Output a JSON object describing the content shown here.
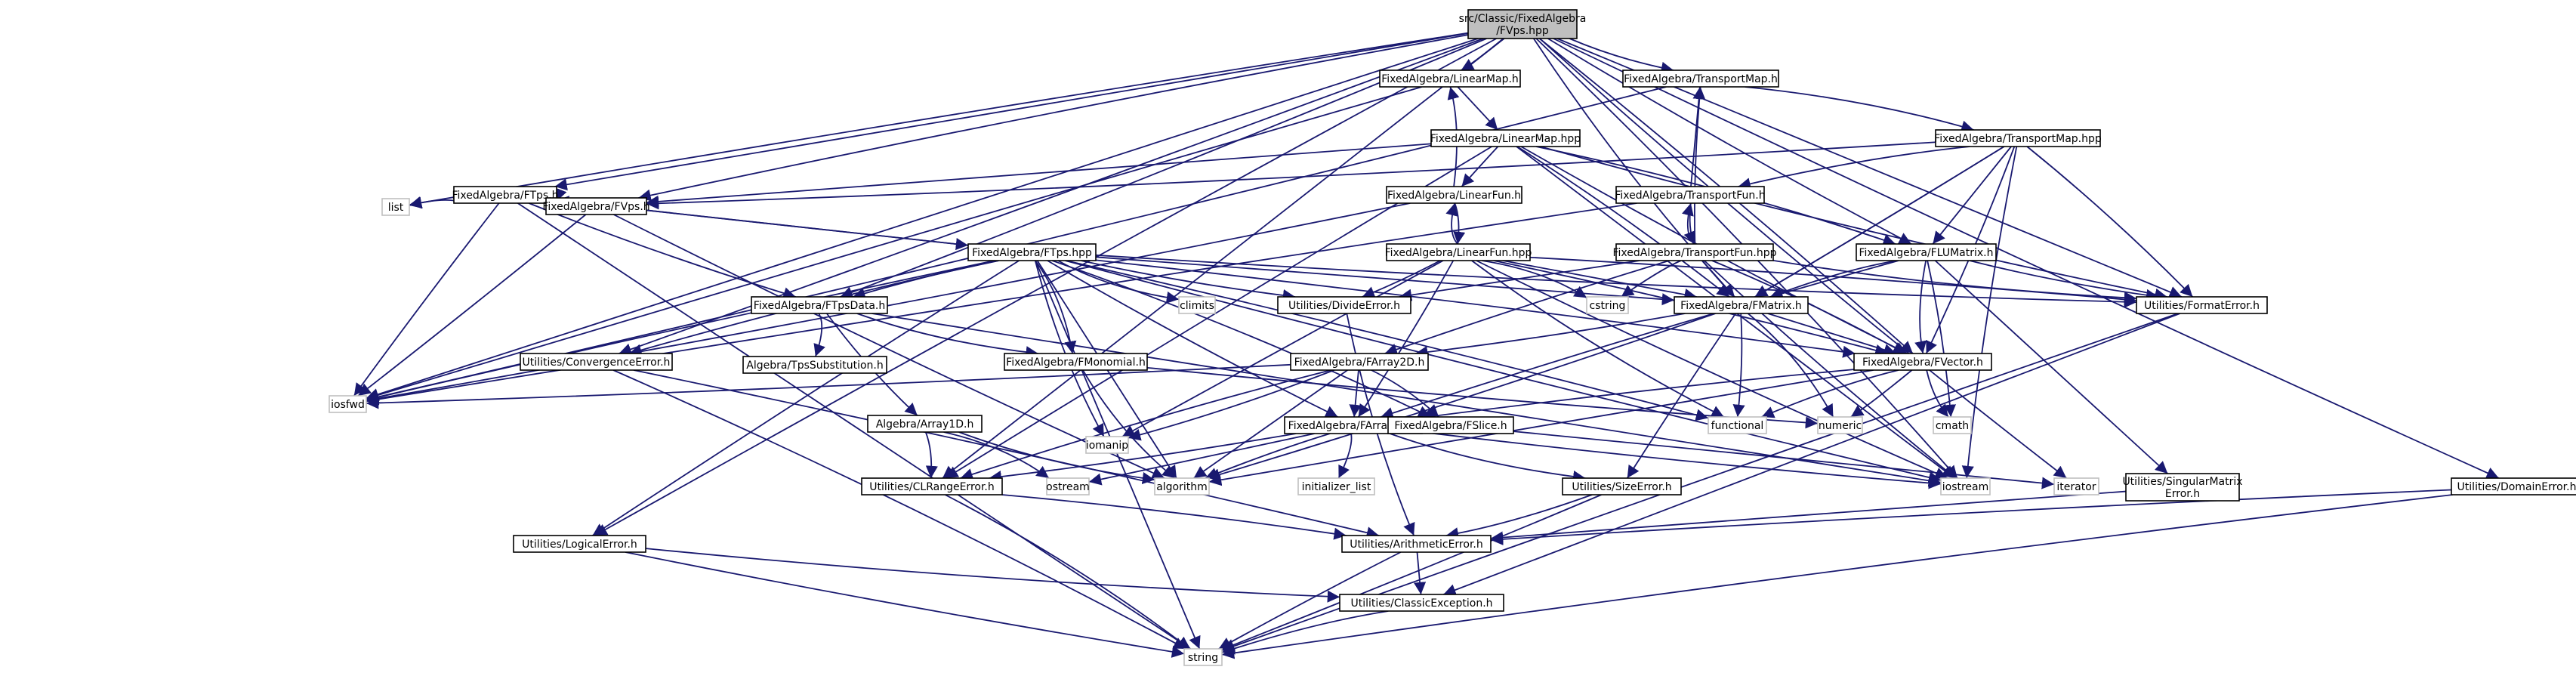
{
  "graph": {
    "edge_color": "#191970",
    "root_fill": "#bfbfbf",
    "nodes": [
      {
        "id": "root",
        "lines": [
          "src/Classic/FixedAlgebra",
          "/FVps.hpp"
        ],
        "kind": "root"
      },
      {
        "id": "linearmap_h",
        "lines": [
          "FixedAlgebra/LinearMap.h"
        ],
        "kind": "file"
      },
      {
        "id": "transportmap_h",
        "lines": [
          "FixedAlgebra/TransportMap.h"
        ],
        "kind": "file"
      },
      {
        "id": "linearmap_hpp",
        "lines": [
          "FixedAlgebra/LinearMap.hpp"
        ],
        "kind": "file"
      },
      {
        "id": "transportmap_hpp",
        "lines": [
          "FixedAlgebra/TransportMap.hpp"
        ],
        "kind": "file"
      },
      {
        "id": "ftps_h",
        "lines": [
          "FixedAlgebra/FTps.h"
        ],
        "kind": "file"
      },
      {
        "id": "linearfun_h",
        "lines": [
          "FixedAlgebra/LinearFun.h"
        ],
        "kind": "file"
      },
      {
        "id": "transportfun_h",
        "lines": [
          "FixedAlgebra/TransportFun.h"
        ],
        "kind": "file"
      },
      {
        "id": "list",
        "lines": [
          "list"
        ],
        "kind": "sys"
      },
      {
        "id": "fvps_h",
        "lines": [
          "FixedAlgebra/FVps.h"
        ],
        "kind": "file"
      },
      {
        "id": "ftps_hpp",
        "lines": [
          "FixedAlgebra/FTps.hpp"
        ],
        "kind": "file"
      },
      {
        "id": "linearfun_hpp",
        "lines": [
          "FixedAlgebra/LinearFun.hpp"
        ],
        "kind": "file"
      },
      {
        "id": "transportfun_hpp",
        "lines": [
          "FixedAlgebra/TransportFun.hpp"
        ],
        "kind": "file"
      },
      {
        "id": "flumatrix_h",
        "lines": [
          "FixedAlgebra/FLUMatrix.h"
        ],
        "kind": "file"
      },
      {
        "id": "climits",
        "lines": [
          "climits"
        ],
        "kind": "sys"
      },
      {
        "id": "divideerror_h",
        "lines": [
          "Utilities/DivideError.h"
        ],
        "kind": "file"
      },
      {
        "id": "cstring",
        "lines": [
          "cstring"
        ],
        "kind": "sys"
      },
      {
        "id": "fmatrix_h",
        "lines": [
          "FixedAlgebra/FMatrix.h"
        ],
        "kind": "file"
      },
      {
        "id": "formaterror_h",
        "lines": [
          "Utilities/FormatError.h"
        ],
        "kind": "file"
      },
      {
        "id": "ftpsdata_h",
        "lines": [
          "FixedAlgebra/FTpsData.h"
        ],
        "kind": "file"
      },
      {
        "id": "convergenceerror_h",
        "lines": [
          "Utilities/ConvergenceError.h"
        ],
        "kind": "file"
      },
      {
        "id": "tpssubstitution_h",
        "lines": [
          "Algebra/TpsSubstitution.h"
        ],
        "kind": "file"
      },
      {
        "id": "fmonomial_h",
        "lines": [
          "FixedAlgebra/FMonomial.h"
        ],
        "kind": "file"
      },
      {
        "id": "farray2d_h",
        "lines": [
          "FixedAlgebra/FArray2D.h"
        ],
        "kind": "file"
      },
      {
        "id": "fvector_h",
        "lines": [
          "FixedAlgebra/FVector.h"
        ],
        "kind": "file"
      },
      {
        "id": "iosfwd",
        "lines": [
          "iosfwd"
        ],
        "kind": "sys"
      },
      {
        "id": "iomanip",
        "lines": [
          "iomanip"
        ],
        "kind": "sys"
      },
      {
        "id": "array1d_h",
        "lines": [
          "Algebra/Array1D.h"
        ],
        "kind": "file"
      },
      {
        "id": "farray1d_h",
        "lines": [
          "FixedAlgebra/FArray1D.h"
        ],
        "kind": "file"
      },
      {
        "id": "fslice_h",
        "lines": [
          "FixedAlgebra/FSlice.h"
        ],
        "kind": "file"
      },
      {
        "id": "functional",
        "lines": [
          "functional"
        ],
        "kind": "sys"
      },
      {
        "id": "numeric",
        "lines": [
          "numeric"
        ],
        "kind": "sys"
      },
      {
        "id": "cmath",
        "lines": [
          "cmath"
        ],
        "kind": "sys"
      },
      {
        "id": "ostream",
        "lines": [
          "ostream"
        ],
        "kind": "sys"
      },
      {
        "id": "clrangeerror_h",
        "lines": [
          "Utilities/CLRangeError.h"
        ],
        "kind": "file"
      },
      {
        "id": "algorithm",
        "lines": [
          "algorithm"
        ],
        "kind": "sys"
      },
      {
        "id": "initializer_list",
        "lines": [
          "initializer_list"
        ],
        "kind": "sys"
      },
      {
        "id": "sizeerror_h",
        "lines": [
          "Utilities/SizeError.h"
        ],
        "kind": "file"
      },
      {
        "id": "iostream",
        "lines": [
          "iostream"
        ],
        "kind": "sys"
      },
      {
        "id": "iterator",
        "lines": [
          "iterator"
        ],
        "kind": "sys"
      },
      {
        "id": "singularmatrixerror_h",
        "lines": [
          "Utilities/SingularMatrix",
          "Error.h"
        ],
        "kind": "file"
      },
      {
        "id": "domainerror_h",
        "lines": [
          "Utilities/DomainError.h"
        ],
        "kind": "file"
      },
      {
        "id": "logicalerror_h",
        "lines": [
          "Utilities/LogicalError.h"
        ],
        "kind": "file"
      },
      {
        "id": "arithmeticerror_h",
        "lines": [
          "Utilities/ArithmeticError.h"
        ],
        "kind": "file"
      },
      {
        "id": "classicexception_h",
        "lines": [
          "Utilities/ClassicException.h"
        ],
        "kind": "file"
      },
      {
        "id": "string",
        "lines": [
          "string"
        ],
        "kind": "sys"
      }
    ],
    "edges": [
      [
        "root",
        "linearmap_h"
      ],
      [
        "root",
        "transportmap_h"
      ],
      [
        "root",
        "ftps_h"
      ],
      [
        "root",
        "list"
      ],
      [
        "root",
        "fvps_h"
      ],
      [
        "root",
        "ftpsdata_h"
      ],
      [
        "root",
        "convergenceerror_h"
      ],
      [
        "root",
        "iosfwd"
      ],
      [
        "root",
        "clrangeerror_h"
      ],
      [
        "root",
        "logicalerror_h"
      ],
      [
        "root",
        "fmatrix_h"
      ],
      [
        "root",
        "flumatrix_h"
      ],
      [
        "root",
        "formaterror_h"
      ],
      [
        "root",
        "fvector_h"
      ],
      [
        "root",
        "iostream"
      ],
      [
        "root",
        "iterator"
      ],
      [
        "root",
        "domainerror_h"
      ],
      [
        "linearmap_h",
        "linearmap_hpp"
      ],
      [
        "linearmap_h",
        "iosfwd"
      ],
      [
        "transportmap_h",
        "transportmap_hpp"
      ],
      [
        "transportmap_h",
        "iosfwd"
      ],
      [
        "linearmap_hpp",
        "linearfun_h"
      ],
      [
        "linearmap_hpp",
        "fvps_h"
      ],
      [
        "linearmap_hpp",
        "fmatrix_h"
      ],
      [
        "linearmap_hpp",
        "flumatrix_h"
      ],
      [
        "linearmap_hpp",
        "formaterror_h"
      ],
      [
        "linearmap_hpp",
        "fvector_h"
      ],
      [
        "linearmap_hpp",
        "iostream"
      ],
      [
        "linearmap_hpp",
        "clrangeerror_h"
      ],
      [
        "transportmap_hpp",
        "transportfun_h"
      ],
      [
        "transportmap_hpp",
        "fvps_h"
      ],
      [
        "transportmap_hpp",
        "fmatrix_h"
      ],
      [
        "transportmap_hpp",
        "flumatrix_h"
      ],
      [
        "transportmap_hpp",
        "formaterror_h"
      ],
      [
        "transportmap_hpp",
        "fvector_h"
      ],
      [
        "transportmap_hpp",
        "iostream"
      ],
      [
        "transportmap_hpp",
        "fmatrix_h"
      ],
      [
        "ftps_h",
        "ftps_hpp"
      ],
      [
        "ftps_h",
        "list"
      ],
      [
        "ftps_h",
        "fvps_h"
      ],
      [
        "ftps_h",
        "iosfwd"
      ],
      [
        "ftps_h",
        "ftpsdata_h"
      ],
      [
        "ftps_h",
        "string"
      ],
      [
        "linearfun_h",
        "linearfun_hpp"
      ],
      [
        "linearfun_h",
        "linearmap_h"
      ],
      [
        "linearfun_h",
        "iosfwd"
      ],
      [
        "transportfun_h",
        "transportfun_hpp"
      ],
      [
        "transportfun_h",
        "transportmap_h"
      ],
      [
        "transportfun_h",
        "iosfwd"
      ],
      [
        "fvps_h",
        "ftps_h"
      ],
      [
        "fvps_h",
        "iosfwd"
      ],
      [
        "fvps_h",
        "algorithm"
      ],
      [
        "ftps_hpp",
        "ftps_h"
      ],
      [
        "ftps_hpp",
        "ftpsdata_h"
      ],
      [
        "ftps_hpp",
        "fmonomial_h"
      ],
      [
        "ftps_hpp",
        "climits"
      ],
      [
        "ftps_hpp",
        "divideerror_h"
      ],
      [
        "ftps_hpp",
        "fmatrix_h"
      ],
      [
        "ftps_hpp",
        "fvector_h"
      ],
      [
        "ftps_hpp",
        "convergenceerror_h"
      ],
      [
        "ftps_hpp",
        "iomanip"
      ],
      [
        "ftps_hpp",
        "iostream"
      ],
      [
        "ftps_hpp",
        "algorithm"
      ],
      [
        "ftps_hpp",
        "functional"
      ],
      [
        "ftps_hpp",
        "logicalerror_h"
      ],
      [
        "ftps_hpp",
        "formaterror_h"
      ],
      [
        "ftps_hpp",
        "farray1d_h"
      ],
      [
        "ftps_hpp",
        "string"
      ],
      [
        "ftps_hpp",
        "iosfwd"
      ],
      [
        "ftps_hpp",
        "fslice_h"
      ],
      [
        "linearfun_hpp",
        "linearfun_h"
      ],
      [
        "linearfun_hpp",
        "divideerror_h"
      ],
      [
        "linearfun_hpp",
        "fmatrix_h"
      ],
      [
        "linearfun_hpp",
        "fvector_h"
      ],
      [
        "linearfun_hpp",
        "cstring"
      ],
      [
        "linearfun_hpp",
        "functional"
      ],
      [
        "linearfun_hpp",
        "iostream"
      ],
      [
        "linearfun_hpp",
        "iomanip"
      ],
      [
        "linearfun_hpp",
        "formaterror_h"
      ],
      [
        "linearfun_hpp",
        "farray1d_h"
      ],
      [
        "transportfun_hpp",
        "transportfun_h"
      ],
      [
        "transportfun_hpp",
        "transportmap_h"
      ],
      [
        "transportfun_hpp",
        "fmatrix_h"
      ],
      [
        "transportfun_hpp",
        "fvector_h"
      ],
      [
        "transportfun_hpp",
        "cstring"
      ],
      [
        "transportfun_hpp",
        "formaterror_h"
      ],
      [
        "transportfun_hpp",
        "iostream"
      ],
      [
        "transportfun_hpp",
        "divideerror_h"
      ],
      [
        "transportfun_hpp",
        "farray2d_h"
      ],
      [
        "flumatrix_h",
        "fmatrix_h"
      ],
      [
        "flumatrix_h",
        "fvector_h"
      ],
      [
        "flumatrix_h",
        "formaterror_h"
      ],
      [
        "flumatrix_h",
        "singularmatrixerror_h"
      ],
      [
        "flumatrix_h",
        "cmath"
      ],
      [
        "flumatrix_h",
        "farray1d_h"
      ],
      [
        "divideerror_h",
        "arithmeticerror_h"
      ],
      [
        "fmatrix_h",
        "farray2d_h"
      ],
      [
        "fmatrix_h",
        "fvector_h"
      ],
      [
        "fmatrix_h",
        "functional"
      ],
      [
        "fmatrix_h",
        "numeric"
      ],
      [
        "fmatrix_h",
        "algorithm"
      ],
      [
        "fmatrix_h",
        "sizeerror_h"
      ],
      [
        "formaterror_h",
        "classicexception_h"
      ],
      [
        "formaterror_h",
        "string"
      ],
      [
        "ftpsdata_h",
        "tpssubstitution_h"
      ],
      [
        "ftpsdata_h",
        "fmonomial_h"
      ],
      [
        "ftpsdata_h",
        "array1d_h"
      ],
      [
        "ftpsdata_h",
        "iostream"
      ],
      [
        "convergenceerror_h",
        "arithmeticerror_h"
      ],
      [
        "convergenceerror_h",
        "string"
      ],
      [
        "fmonomial_h",
        "algorithm"
      ],
      [
        "fmonomial_h",
        "numeric"
      ],
      [
        "farray2d_h",
        "farray1d_h"
      ],
      [
        "farray2d_h",
        "fslice_h"
      ],
      [
        "farray2d_h",
        "clrangeerror_h"
      ],
      [
        "farray2d_h",
        "iomanip"
      ],
      [
        "farray2d_h",
        "iosfwd"
      ],
      [
        "farray2d_h",
        "algorithm"
      ],
      [
        "fvector_h",
        "farray1d_h"
      ],
      [
        "fvector_h",
        "functional"
      ],
      [
        "fvector_h",
        "numeric"
      ],
      [
        "fvector_h",
        "cmath"
      ],
      [
        "fvector_h",
        "algorithm"
      ],
      [
        "array1d_h",
        "clrangeerror_h"
      ],
      [
        "array1d_h",
        "ostream"
      ],
      [
        "array1d_h",
        "algorithm"
      ],
      [
        "farray1d_h",
        "clrangeerror_h"
      ],
      [
        "farray1d_h",
        "ostream"
      ],
      [
        "farray1d_h",
        "algorithm"
      ],
      [
        "farray1d_h",
        "initializer_list"
      ],
      [
        "farray1d_h",
        "sizeerror_h"
      ],
      [
        "farray1d_h",
        "iostream"
      ],
      [
        "fslice_h",
        "iterator"
      ],
      [
        "clrangeerror_h",
        "arithmeticerror_h"
      ],
      [
        "clrangeerror_h",
        "string"
      ],
      [
        "sizeerror_h",
        "arithmeticerror_h"
      ],
      [
        "sizeerror_h",
        "string"
      ],
      [
        "singularmatrixerror_h",
        "arithmeticerror_h"
      ],
      [
        "domainerror_h",
        "arithmeticerror_h"
      ],
      [
        "domainerror_h",
        "string"
      ],
      [
        "logicalerror_h",
        "classicexception_h"
      ],
      [
        "logicalerror_h",
        "string"
      ],
      [
        "arithmeticerror_h",
        "classicexception_h"
      ],
      [
        "arithmeticerror_h",
        "string"
      ],
      [
        "classicexception_h",
        "string"
      ]
    ]
  }
}
